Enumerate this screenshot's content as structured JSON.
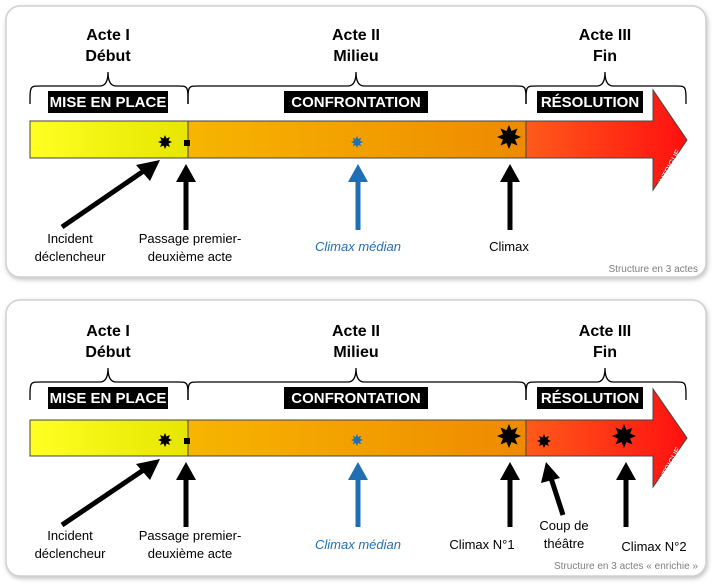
{
  "colors": {
    "start_yellow": "#ffff00",
    "middle_orange": "#f5a300",
    "end_red": "#ff1a1a",
    "median_blue": "#1f6fb2",
    "phase_label_bg": "#000000"
  },
  "panels": [
    {
      "acts": [
        {
          "title": "Acte I",
          "subtitle": "Début"
        },
        {
          "title": "Acte II",
          "subtitle": "Milieu"
        },
        {
          "title": "Acte III",
          "subtitle": "Fin"
        }
      ],
      "phases": [
        "MISE EN PLACE",
        "CONFRONTATION",
        "RÉSOLUTION"
      ],
      "arrow_label": "INTRIGUE",
      "annotations": [
        {
          "lines": [
            "Incident",
            "déclencheur"
          ]
        },
        {
          "lines": [
            "Passage premier-",
            "deuxième acte"
          ]
        },
        {
          "lines": [
            "Climax médian"
          ]
        },
        {
          "lines": [
            "Climax"
          ]
        }
      ],
      "caption": "Structure en 3 actes"
    },
    {
      "acts": [
        {
          "title": "Acte I",
          "subtitle": "Début"
        },
        {
          "title": "Acte II",
          "subtitle": "Milieu"
        },
        {
          "title": "Acte III",
          "subtitle": "Fin"
        }
      ],
      "phases": [
        "MISE EN PLACE",
        "CONFRONTATION",
        "RÉSOLUTION"
      ],
      "arrow_label": "INTRIGUE",
      "annotations": [
        {
          "lines": [
            "Incident",
            "déclencheur"
          ]
        },
        {
          "lines": [
            "Passage premier-",
            "deuxième acte"
          ]
        },
        {
          "lines": [
            "Climax médian"
          ]
        },
        {
          "lines": [
            "Climax N°1"
          ]
        },
        {
          "lines": [
            "Coup de",
            "théâtre"
          ]
        },
        {
          "lines": [
            "Climax N°2"
          ]
        }
      ],
      "caption": "Structure en 3 actes « enrichie »"
    }
  ]
}
